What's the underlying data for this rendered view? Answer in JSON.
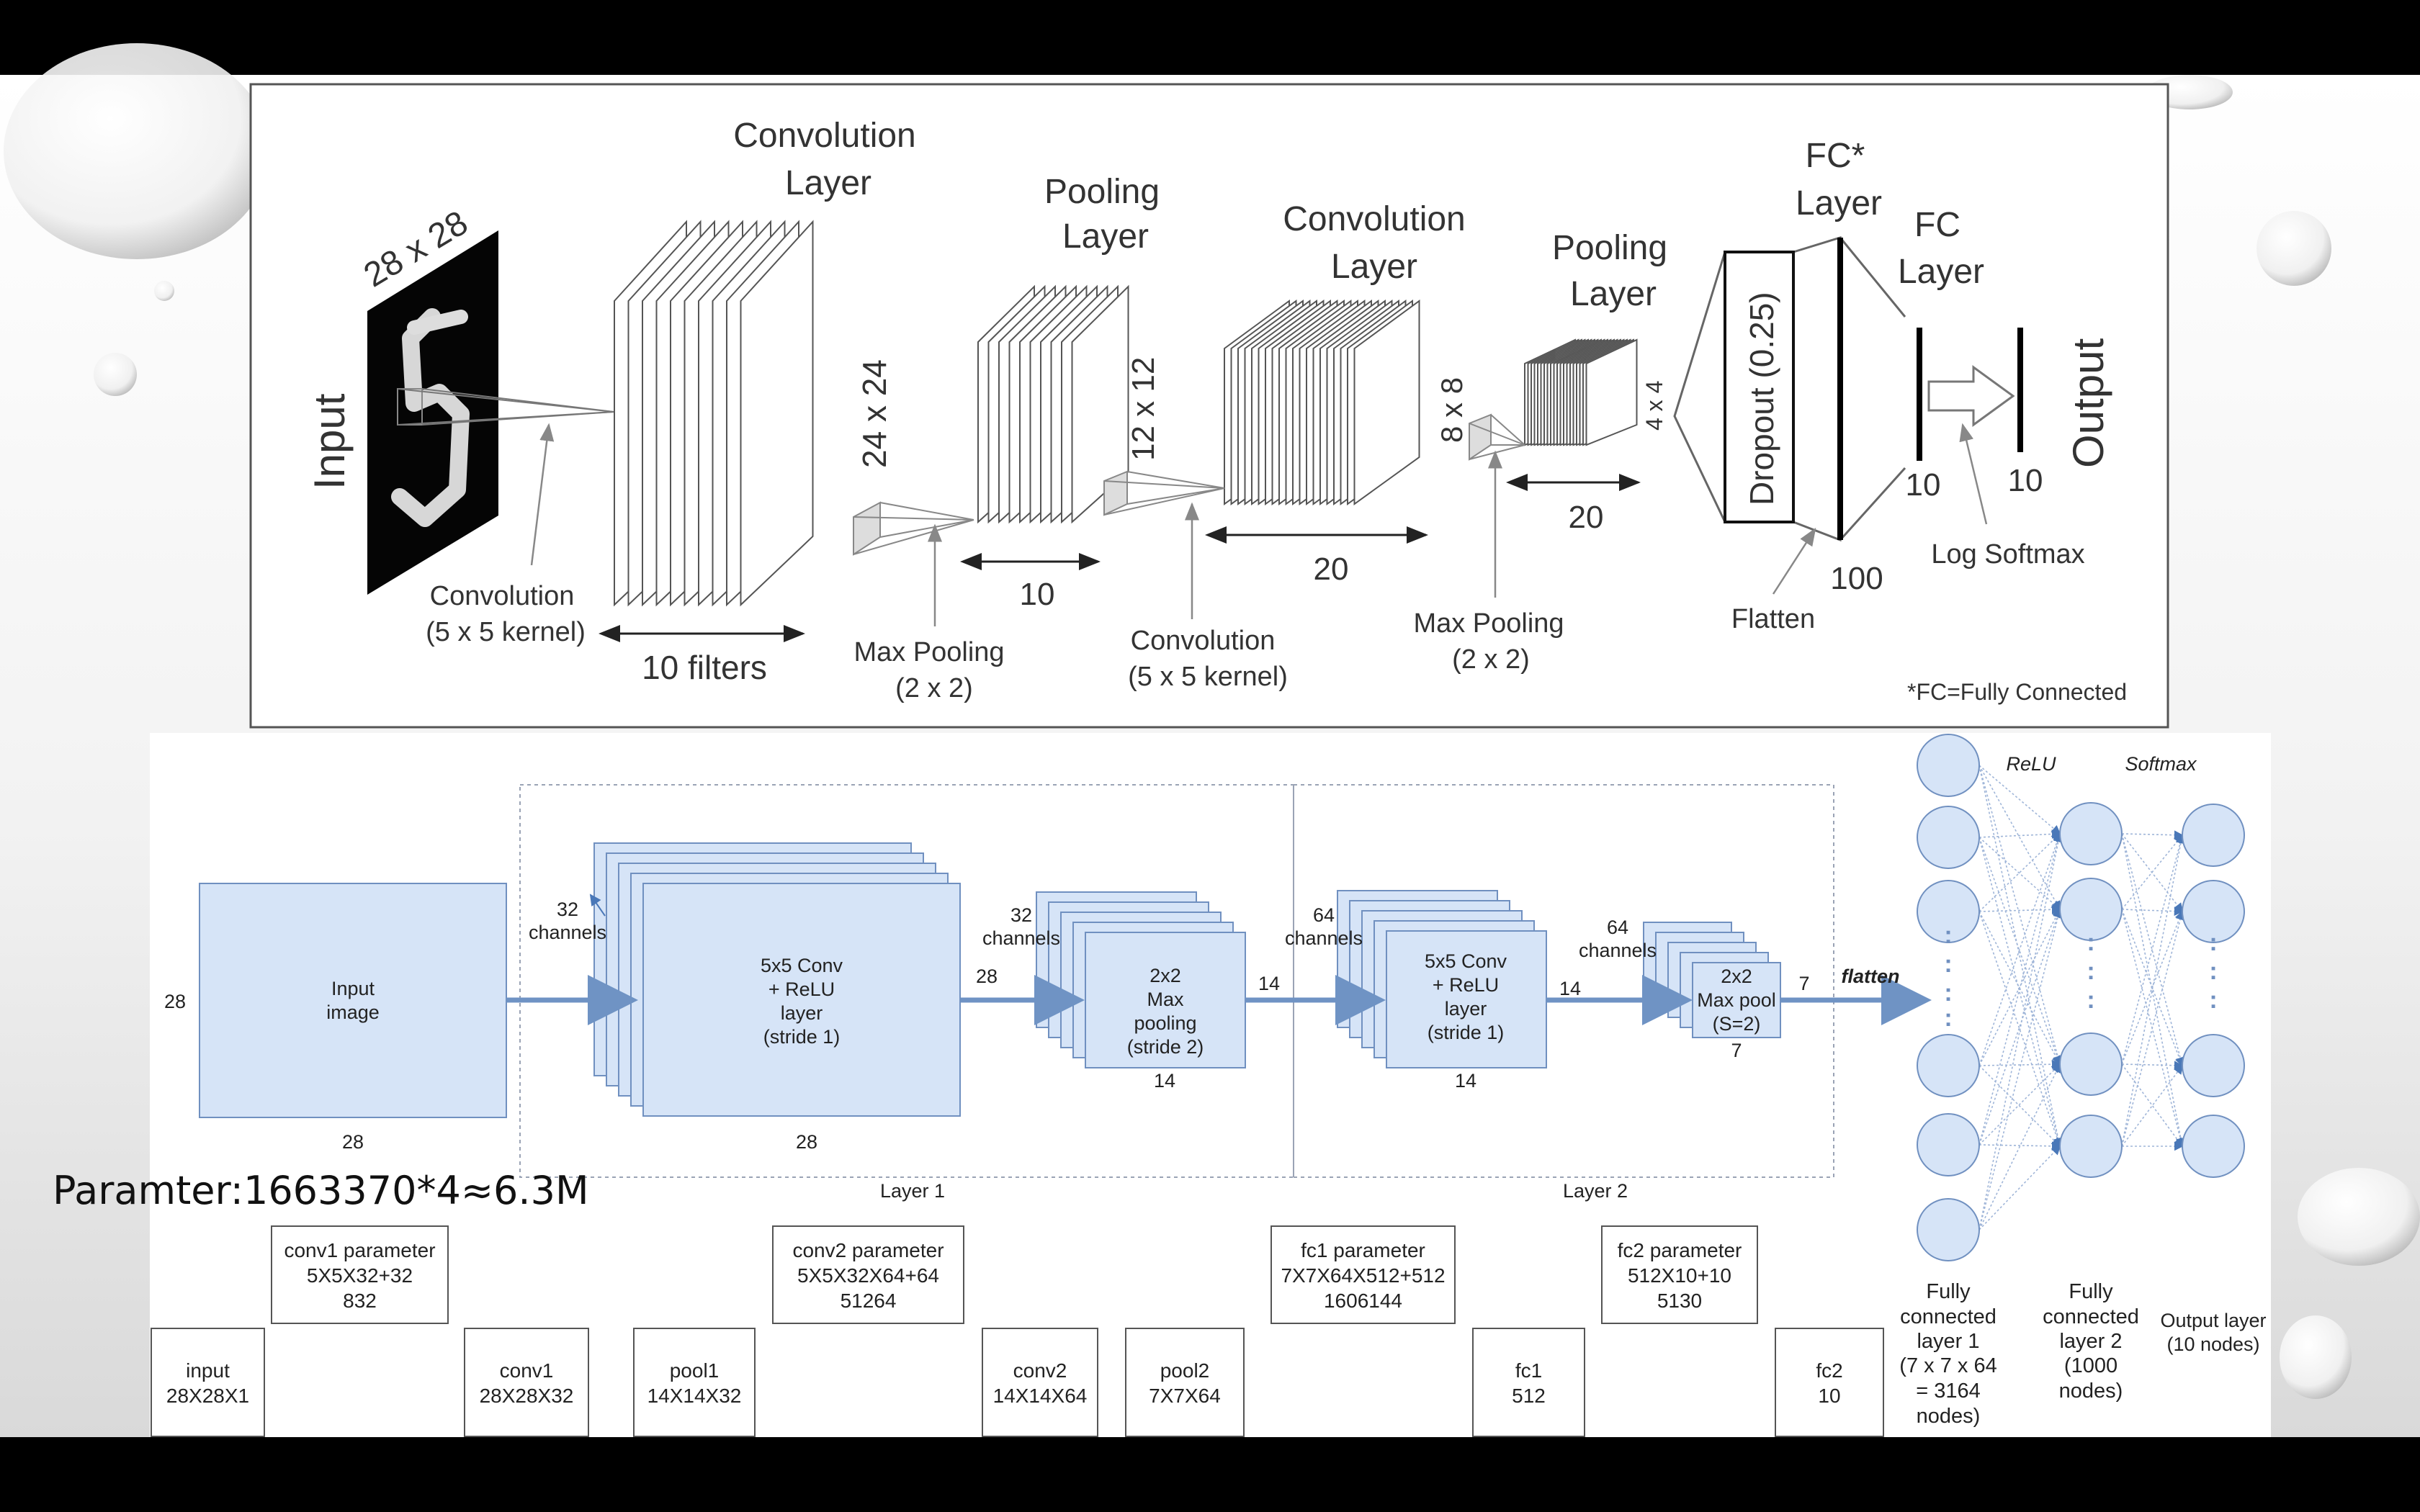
{
  "top_diagram": {
    "input_size": "28 x 28",
    "input_label": "Input",
    "conv1_title": [
      "Convolution",
      "Layer"
    ],
    "conv1_size": "24 x 24",
    "conv1_kernel": [
      "Convolution",
      "(5 x 5 kernel)"
    ],
    "conv1_filters": "10 filters",
    "pool1_title": [
      "Pooling",
      "Layer"
    ],
    "pool1_size": "12 x 12",
    "pool1_op": [
      "Max Pooling",
      "(2 x 2)"
    ],
    "pool1_count": "10",
    "conv2_title": [
      "Convolution",
      "Layer"
    ],
    "conv2_size": "8 x 8",
    "conv2_kernel": [
      "Convolution",
      "(5 x 5 kernel)"
    ],
    "conv2_count": "20",
    "pool2_title": [
      "Pooling",
      "Layer"
    ],
    "pool2_size": "4 x 4",
    "pool2_op": [
      "Max Pooling",
      "(2 x 2)"
    ],
    "pool2_count": "20",
    "dropout": "Dropout (0.25)",
    "flatten": "Flatten",
    "fc_star_title": [
      "FC*",
      "Layer"
    ],
    "fc_star_count": "100",
    "fc_title": [
      "FC",
      "Layer"
    ],
    "fc_count": "10",
    "output_label": "Output",
    "output_count": "10",
    "log_softmax": "Log Softmax",
    "footnote": "*FC=Fully Connected"
  },
  "bottom_diagram": {
    "input_block": [
      "Input",
      "image"
    ],
    "input_dim_h": "28",
    "input_dim_w": "28",
    "conv1_channels": [
      "32",
      "channels"
    ],
    "conv1_block": [
      "5x5 Conv",
      "+ ReLU",
      "layer",
      "(stride 1)"
    ],
    "conv1_out": "28",
    "conv1_dim": "28",
    "pool1_channels": [
      "32",
      "channels"
    ],
    "pool1_block": [
      "2x2",
      "Max",
      "pooling",
      "(stride 2)"
    ],
    "pool1_out": "14",
    "pool1_dim": "14",
    "conv2_channels": [
      "64",
      "channels"
    ],
    "conv2_block": [
      "5x5 Conv",
      "+ ReLU",
      "layer",
      "(stride 1)"
    ],
    "conv2_out": "14",
    "conv2_dim": "14",
    "pool2_channels": [
      "64",
      "channels"
    ],
    "pool2_block": [
      "2x2",
      "Max pool",
      "(S=2)"
    ],
    "pool2_out": "7",
    "pool2_dim": "7",
    "flatten": "flatten",
    "layer1": "Layer 1",
    "layer2": "Layer 2",
    "relu": "ReLU",
    "softmax": "Softmax",
    "fc1_caption": [
      "Fully",
      "connected",
      "layer 1",
      "(7 x 7 x 64",
      "= 3164",
      "nodes)"
    ],
    "fc2_caption": [
      "Fully",
      "connected",
      "layer 2",
      "(1000",
      "nodes)"
    ],
    "out_caption": [
      "Output layer",
      "(10 nodes)"
    ],
    "dots": ":"
  },
  "param_heading": "Paramter:1663370*4≈6.3M",
  "param_boxes": [
    {
      "lines": [
        "conv1 parameter",
        "5X5X32+32",
        "832"
      ]
    },
    {
      "lines": [
        "conv2 parameter",
        "5X5X32X64+64",
        "51264"
      ]
    },
    {
      "lines": [
        "fc1 parameter",
        "7X7X64X512+512",
        "1606144"
      ]
    },
    {
      "lines": [
        "fc2 parameter",
        "512X10+10",
        "5130"
      ]
    }
  ],
  "shape_boxes": [
    {
      "lines": [
        "input",
        "28X28X1"
      ]
    },
    {
      "lines": [
        "conv1",
        "28X28X32"
      ]
    },
    {
      "lines": [
        "pool1",
        "14X14X32"
      ]
    },
    {
      "lines": [
        "conv2",
        "14X14X64"
      ]
    },
    {
      "lines": [
        "pool2",
        "7X7X64"
      ]
    },
    {
      "lines": [
        "fc1",
        "512"
      ]
    },
    {
      "lines": [
        "fc2",
        "10"
      ]
    }
  ]
}
